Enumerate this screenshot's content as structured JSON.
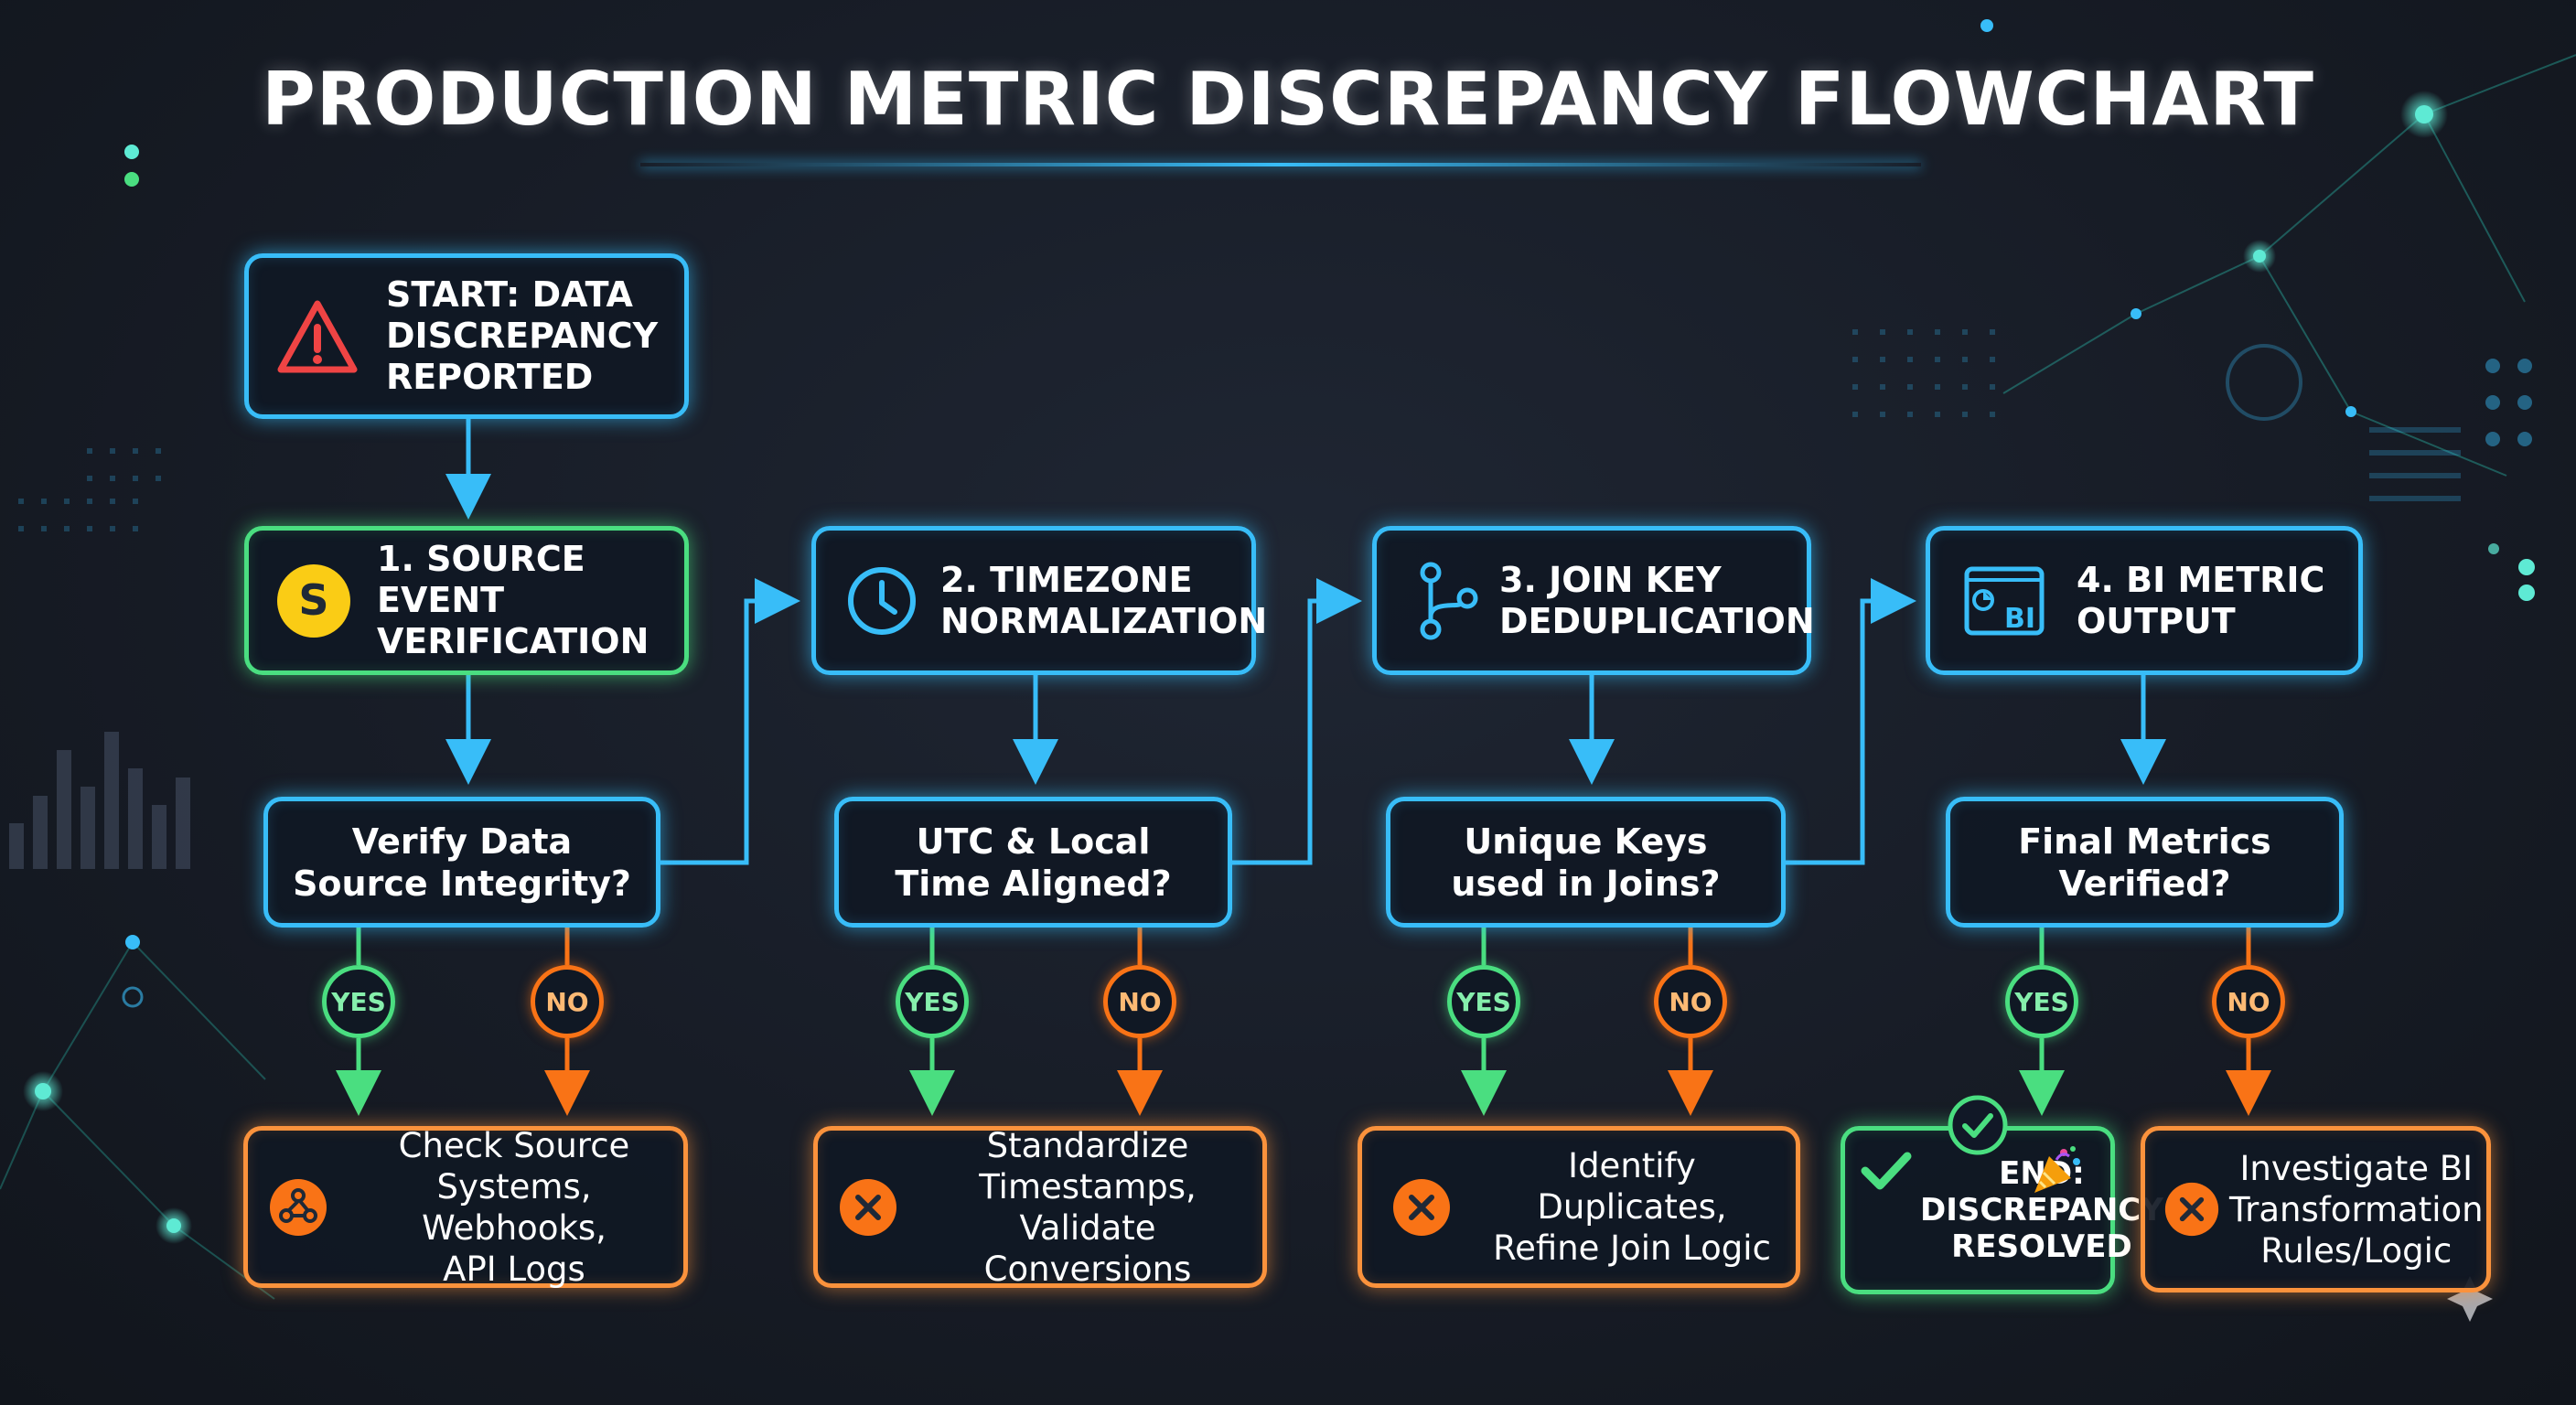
{
  "title": "PRODUCTION METRIC DISCREPANCY FLOWCHART",
  "start": {
    "label": "START: DATA\nDISCREPANCY\nREPORTED",
    "icon": "warning-triangle-icon"
  },
  "steps": [
    {
      "label": "1. SOURCE EVENT\nVERIFICATION",
      "icon": "source-s-icon",
      "question": "Verify Data\nSource Integrity?",
      "yes": "YES",
      "no": "NO",
      "no_action": "Check Source\nSystems, Webhooks,\nAPI Logs",
      "no_icon": "webhook-icon"
    },
    {
      "label": "2. TIMEZONE\nNORMALIZATION",
      "icon": "clock-icon",
      "question": "UTC & Local\nTime Aligned?",
      "yes": "YES",
      "no": "NO",
      "no_action": "Standardize\nTimestamps, Validate\nConversions",
      "no_icon": "x-circle-icon"
    },
    {
      "label": "3. JOIN KEY\nDEDUPLICATION",
      "icon": "branch-icon",
      "question": "Unique Keys\nused in Joins?",
      "yes": "YES",
      "no": "NO",
      "no_action": "Identify Duplicates,\nRefine Join Logic",
      "no_icon": "x-circle-icon"
    },
    {
      "label": "4. BI METRIC\nOUTPUT",
      "icon": "bi-dashboard-icon",
      "question": "Final Metrics\nVerified?",
      "yes": "YES",
      "no": "NO",
      "no_action": "Investigate BI\nTransformation\nRules/Logic",
      "no_icon": "x-circle-icon"
    }
  ],
  "end": {
    "label": "END:\nDISCREPANCY\nRESOLVED",
    "icon": "checkmark-icon",
    "badge_icon": "check-circle-icon",
    "celebrate_icon": "party-popper-icon"
  },
  "colors": {
    "cyan": "#38bdf8",
    "green": "#4ade80",
    "orange": "#fb923c",
    "warning_red": "#ef4444",
    "source_yellow": "#facc15"
  }
}
